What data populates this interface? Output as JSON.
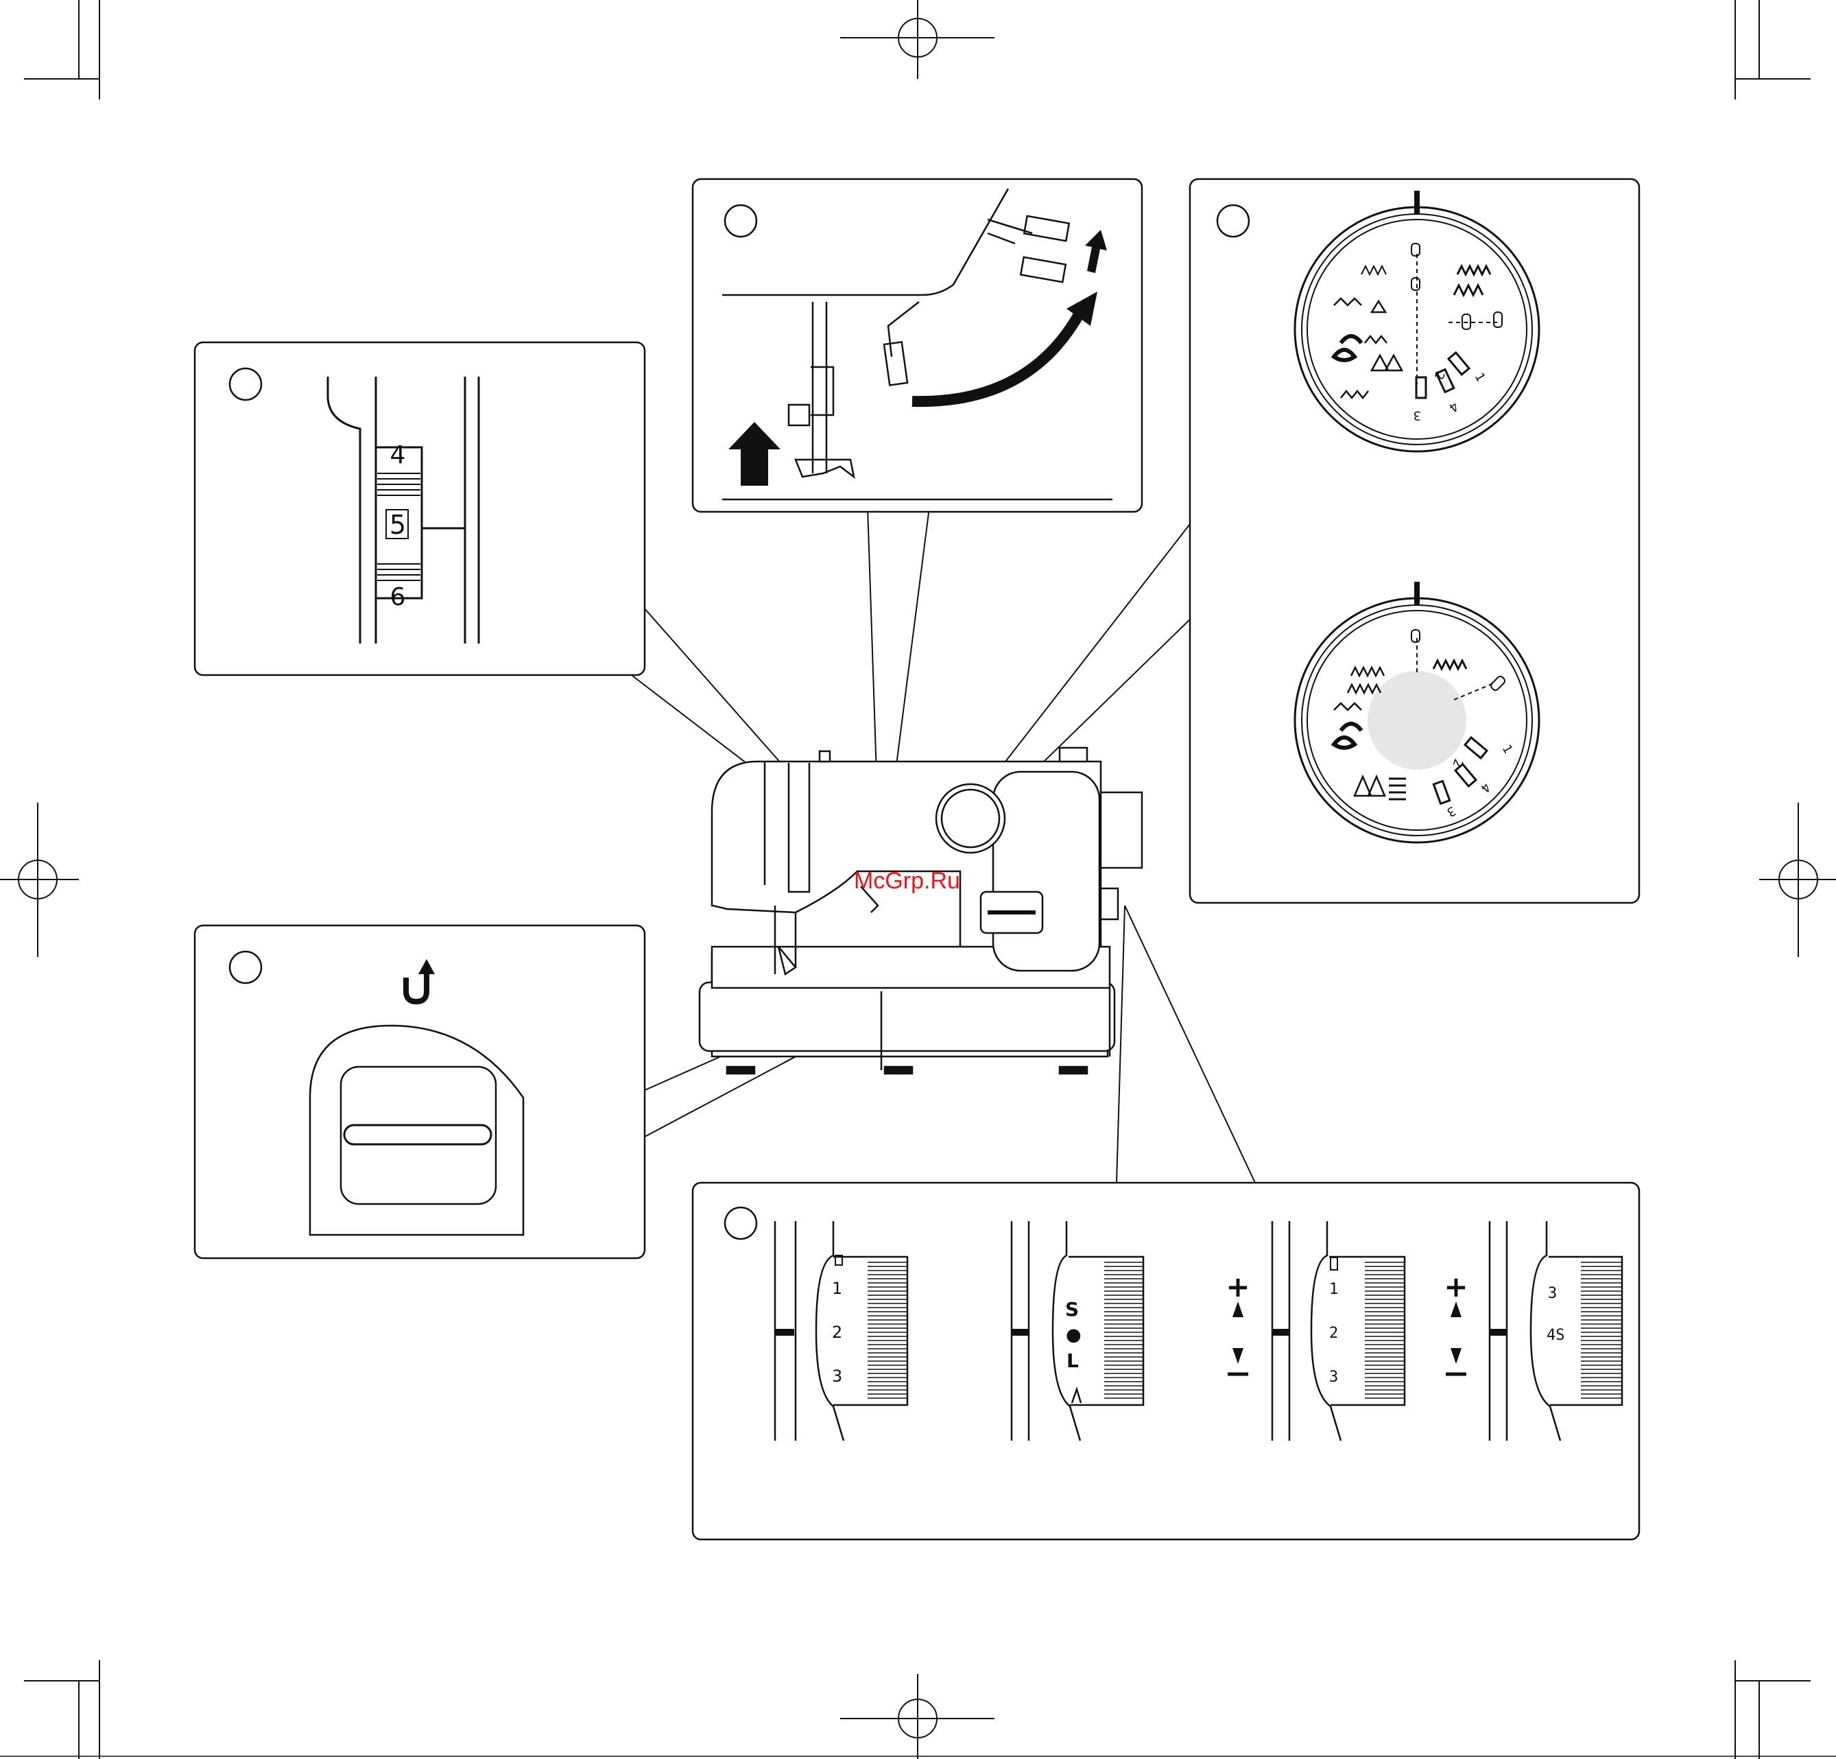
{
  "watermark": {
    "text": "McGrp.Ru",
    "color": "#e8141c"
  },
  "colors": {
    "line": "#111111",
    "paper": "#ffffff",
    "dial_center": "#e6e6e6"
  },
  "panels": {
    "tension": {
      "marker_icon": "circle-marker-icon",
      "scale_numbers": [
        "4",
        "5",
        "6"
      ],
      "selected": "5"
    },
    "presser_foot": {
      "marker_icon": "circle-marker-icon",
      "arrow_icons": [
        "up-arrow-icon",
        "curved-arrow-icon",
        "up-arrow-icon"
      ]
    },
    "pattern_dials": {
      "marker_icon": "circle-marker-icon",
      "dial_top_numbers": [
        "1",
        "2",
        "3",
        "4"
      ],
      "dial_bottom_numbers": [
        "1",
        "2",
        "3",
        "4"
      ]
    },
    "reverse": {
      "marker_icon": "circle-marker-icon",
      "reverse_icon": "reverse-u-arrow-icon"
    },
    "stitch_length": {
      "marker_icon": "circle-marker-icon",
      "dial1_numbers": [
        "1",
        "2",
        "3"
      ],
      "dial2_labels": [
        "S",
        "●",
        "L"
      ],
      "dial3_numbers": [
        "1",
        "2",
        "3"
      ],
      "dial4_labels": [
        "3",
        "4S"
      ],
      "plus_sign": "+",
      "minus_sign": "—"
    }
  }
}
